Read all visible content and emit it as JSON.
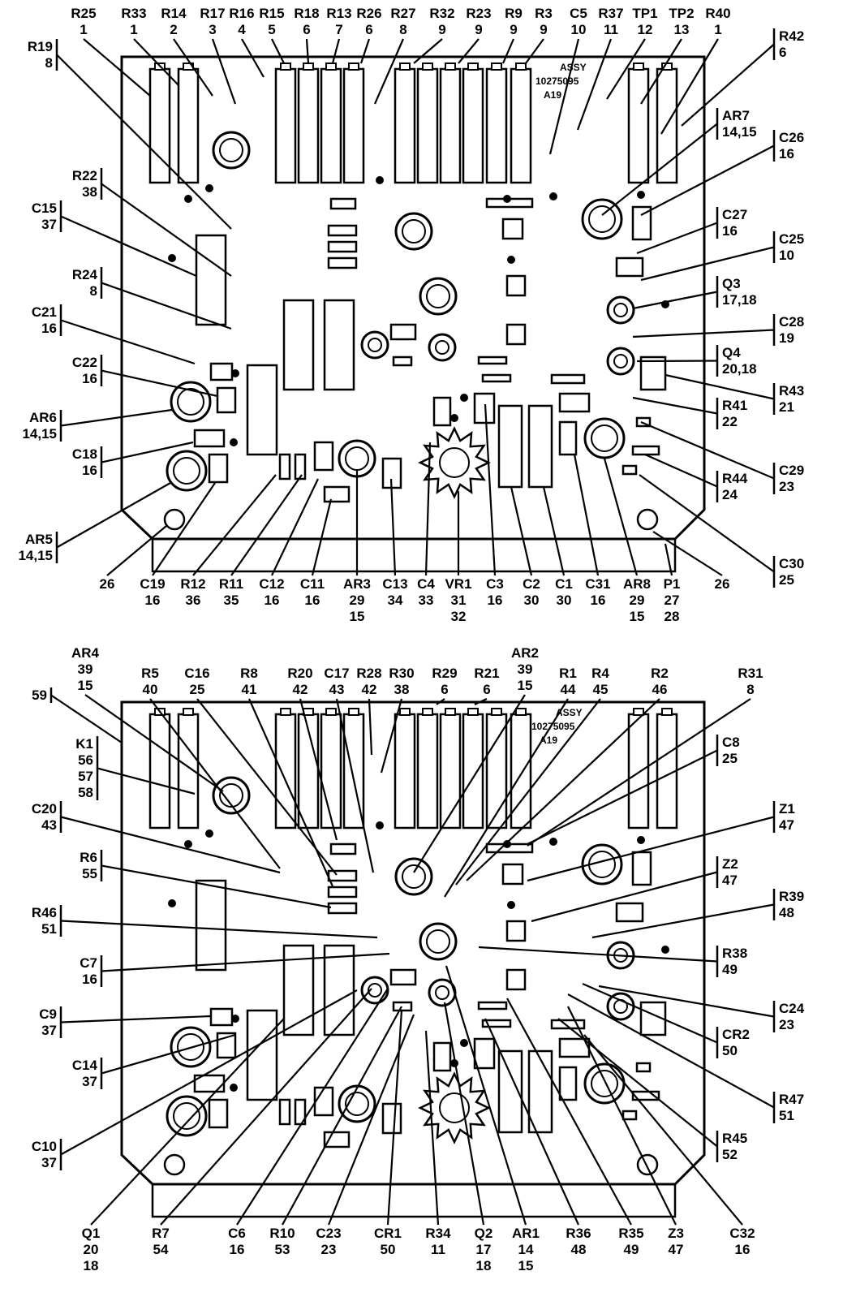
{
  "assembly": {
    "assy_label": "ASSY",
    "part_number": "10275095",
    "ref": "A19"
  },
  "top_view": {
    "callouts": [
      {
        "ref": "R25",
        "items": [
          "1"
        ]
      },
      {
        "ref": "R33",
        "items": [
          "1"
        ]
      },
      {
        "ref": "R14",
        "items": [
          "2"
        ]
      },
      {
        "ref": "R17",
        "items": [
          "3"
        ]
      },
      {
        "ref": "R16",
        "items": [
          "4"
        ]
      },
      {
        "ref": "R15",
        "items": [
          "5"
        ]
      },
      {
        "ref": "R18",
        "items": [
          "6"
        ]
      },
      {
        "ref": "R13",
        "items": [
          "7"
        ]
      },
      {
        "ref": "R26",
        "items": [
          "6"
        ]
      },
      {
        "ref": "R27",
        "items": [
          "8"
        ]
      },
      {
        "ref": "R32",
        "items": [
          "9"
        ]
      },
      {
        "ref": "R23",
        "items": [
          "9"
        ]
      },
      {
        "ref": "R9",
        "items": [
          "9"
        ]
      },
      {
        "ref": "R3",
        "items": [
          "9"
        ]
      },
      {
        "ref": "C5",
        "items": [
          "10"
        ]
      },
      {
        "ref": "R37",
        "items": [
          "11"
        ]
      },
      {
        "ref": "TP1",
        "items": [
          "12"
        ]
      },
      {
        "ref": "TP2",
        "items": [
          "13"
        ]
      },
      {
        "ref": "R40",
        "items": [
          "1"
        ]
      },
      {
        "ref": "R42",
        "items": [
          "6"
        ]
      },
      {
        "ref": "R19",
        "items": [
          "8"
        ]
      },
      {
        "ref": "AR7",
        "items": [
          "14,15"
        ]
      },
      {
        "ref": "C26",
        "items": [
          "16"
        ]
      },
      {
        "ref": "R22",
        "items": [
          "38"
        ]
      },
      {
        "ref": "C15",
        "items": [
          "37"
        ]
      },
      {
        "ref": "C27",
        "items": [
          "16"
        ]
      },
      {
        "ref": "C25",
        "items": [
          "10"
        ]
      },
      {
        "ref": "R24",
        "items": [
          "8"
        ]
      },
      {
        "ref": "Q3",
        "items": [
          "17,18"
        ]
      },
      {
        "ref": "C21",
        "items": [
          "16"
        ]
      },
      {
        "ref": "C28",
        "items": [
          "19"
        ]
      },
      {
        "ref": "C22",
        "items": [
          "16"
        ]
      },
      {
        "ref": "Q4",
        "items": [
          "20,18"
        ]
      },
      {
        "ref": "R43",
        "items": [
          "21"
        ]
      },
      {
        "ref": "AR6",
        "items": [
          "14,15"
        ]
      },
      {
        "ref": "R41",
        "items": [
          "22"
        ]
      },
      {
        "ref": "C18",
        "items": [
          "16"
        ]
      },
      {
        "ref": "C29",
        "items": [
          "23"
        ]
      },
      {
        "ref": "R44",
        "items": [
          "24"
        ]
      },
      {
        "ref": "AR5",
        "items": [
          "14,15"
        ]
      },
      {
        "ref": "C30",
        "items": [
          "25"
        ]
      },
      {
        "ref": "",
        "items": [
          "26"
        ]
      },
      {
        "ref": "C19",
        "items": [
          "16"
        ]
      },
      {
        "ref": "R12",
        "items": [
          "36"
        ]
      },
      {
        "ref": "R11",
        "items": [
          "35"
        ]
      },
      {
        "ref": "C12",
        "items": [
          "16"
        ]
      },
      {
        "ref": "C11",
        "items": [
          "16"
        ]
      },
      {
        "ref": "AR3",
        "items": [
          "29",
          "15"
        ]
      },
      {
        "ref": "C13",
        "items": [
          "34"
        ]
      },
      {
        "ref": "C4",
        "items": [
          "33"
        ]
      },
      {
        "ref": "VR1",
        "items": [
          "31",
          "32"
        ]
      },
      {
        "ref": "C3",
        "items": [
          "16"
        ]
      },
      {
        "ref": "C2",
        "items": [
          "30"
        ]
      },
      {
        "ref": "C1",
        "items": [
          "30"
        ]
      },
      {
        "ref": "C31",
        "items": [
          "16"
        ]
      },
      {
        "ref": "AR8",
        "items": [
          "29",
          "15"
        ]
      },
      {
        "ref": "P1",
        "items": [
          "27",
          "28"
        ]
      },
      {
        "ref": "",
        "items": [
          "26"
        ]
      }
    ]
  },
  "bottom_view": {
    "callouts": [
      {
        "ref": "AR4",
        "items": [
          "39",
          "15"
        ]
      },
      {
        "ref": "R5",
        "items": [
          "40"
        ]
      },
      {
        "ref": "C16",
        "items": [
          "25"
        ]
      },
      {
        "ref": "R8",
        "items": [
          "41"
        ]
      },
      {
        "ref": "R20",
        "items": [
          "42"
        ]
      },
      {
        "ref": "C17",
        "items": [
          "43"
        ]
      },
      {
        "ref": "R28",
        "items": [
          "42"
        ]
      },
      {
        "ref": "R30",
        "items": [
          "38"
        ]
      },
      {
        "ref": "R29",
        "items": [
          "6"
        ]
      },
      {
        "ref": "R21",
        "items": [
          "6"
        ]
      },
      {
        "ref": "AR2",
        "items": [
          "39",
          "15"
        ]
      },
      {
        "ref": "R1",
        "items": [
          "44"
        ]
      },
      {
        "ref": "R4",
        "items": [
          "45"
        ]
      },
      {
        "ref": "R2",
        "items": [
          "46"
        ]
      },
      {
        "ref": "R31",
        "items": [
          "8"
        ]
      },
      {
        "ref": "",
        "items": [
          "59"
        ]
      },
      {
        "ref": "K1",
        "items": [
          "56",
          "57",
          "58"
        ]
      },
      {
        "ref": "C8",
        "items": [
          "25"
        ]
      },
      {
        "ref": "C20",
        "items": [
          "43"
        ]
      },
      {
        "ref": "Z1",
        "items": [
          "47"
        ]
      },
      {
        "ref": "R6",
        "items": [
          "55"
        ]
      },
      {
        "ref": "Z2",
        "items": [
          "47"
        ]
      },
      {
        "ref": "R46",
        "items": [
          "51"
        ]
      },
      {
        "ref": "R39",
        "items": [
          "48"
        ]
      },
      {
        "ref": "C7",
        "items": [
          "16"
        ]
      },
      {
        "ref": "R38",
        "items": [
          "49"
        ]
      },
      {
        "ref": "C9",
        "items": [
          "37"
        ]
      },
      {
        "ref": "C24",
        "items": [
          "23"
        ]
      },
      {
        "ref": "C14",
        "items": [
          "37"
        ]
      },
      {
        "ref": "CR2",
        "items": [
          "50"
        ]
      },
      {
        "ref": "C10",
        "items": [
          "37"
        ]
      },
      {
        "ref": "R47",
        "items": [
          "51"
        ]
      },
      {
        "ref": "R45",
        "items": [
          "52"
        ]
      },
      {
        "ref": "Q1",
        "items": [
          "20",
          "18"
        ]
      },
      {
        "ref": "R7",
        "items": [
          "54"
        ]
      },
      {
        "ref": "C6",
        "items": [
          "16"
        ]
      },
      {
        "ref": "R10",
        "items": [
          "53"
        ]
      },
      {
        "ref": "C23",
        "items": [
          "23"
        ]
      },
      {
        "ref": "CR1",
        "items": [
          "50"
        ]
      },
      {
        "ref": "R34",
        "items": [
          "11"
        ]
      },
      {
        "ref": "Q2",
        "items": [
          "17",
          "18"
        ]
      },
      {
        "ref": "AR1",
        "items": [
          "14",
          "15"
        ]
      },
      {
        "ref": "R36",
        "items": [
          "48"
        ]
      },
      {
        "ref": "R35",
        "items": [
          "49"
        ]
      },
      {
        "ref": "Z3",
        "items": [
          "47"
        ]
      },
      {
        "ref": "C32",
        "items": [
          "16"
        ]
      }
    ]
  }
}
